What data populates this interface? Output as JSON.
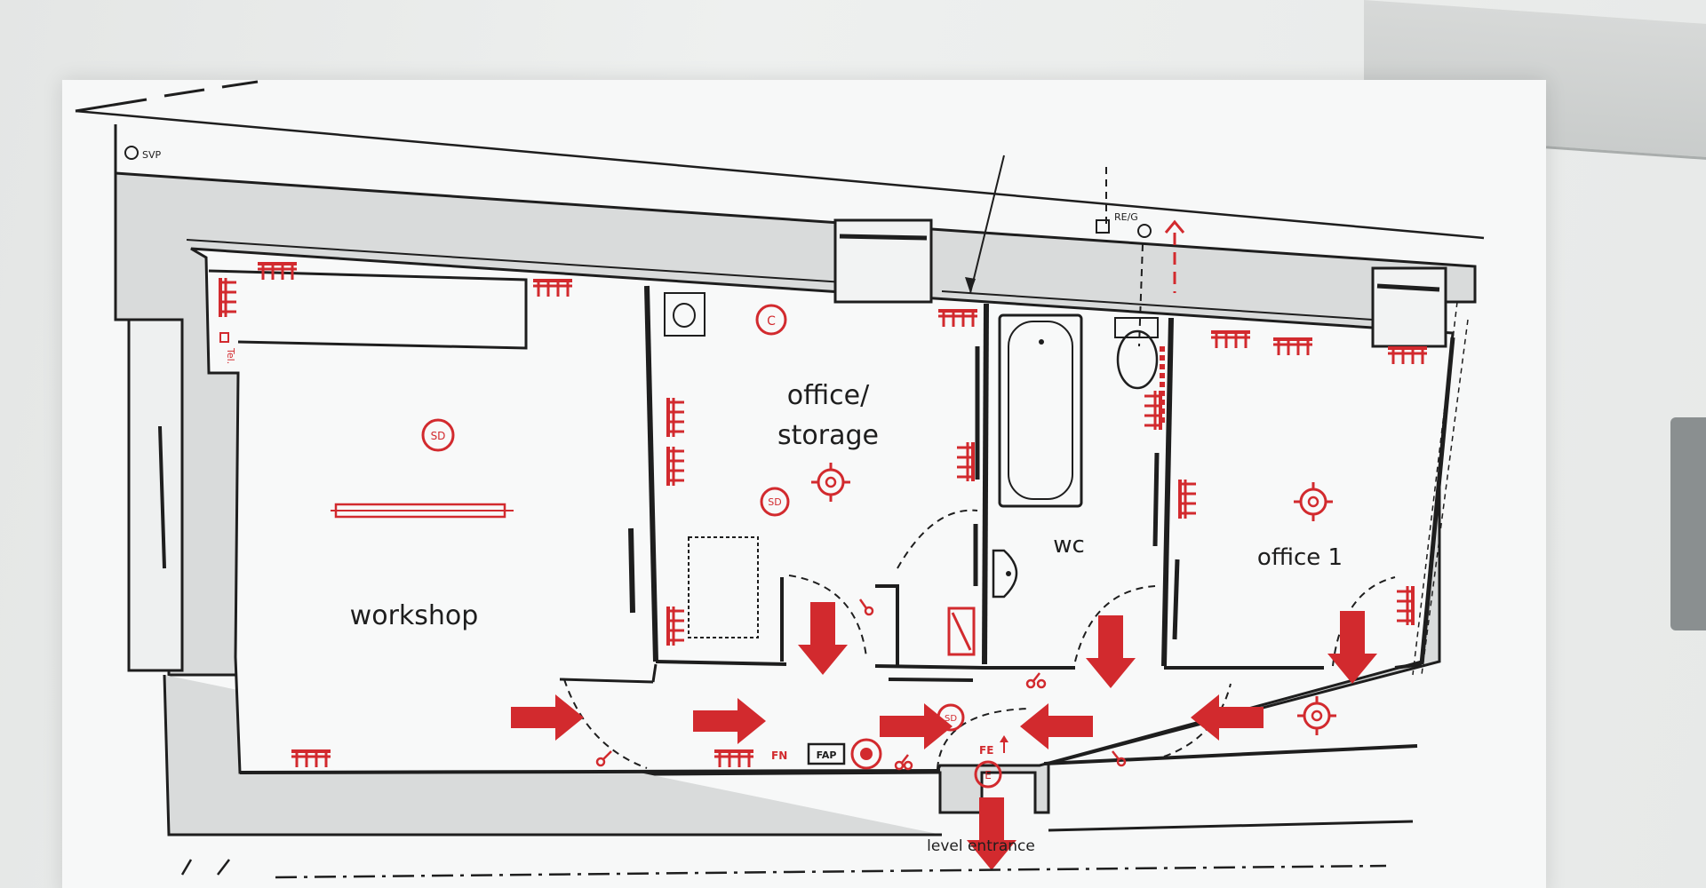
{
  "labels": {
    "svp": "SVP",
    "tel": "Tel.",
    "reg": "RE/G",
    "office_storage_line1": "office/",
    "office_storage_line2": "storage",
    "wc": "wc",
    "office1": "office 1",
    "workshop": "workshop",
    "fn": "FN",
    "fap": "FAP",
    "fe": "FE",
    "level_entrance": "level entrance",
    "sd": "SD",
    "c": "C",
    "e": "E"
  },
  "colors": {
    "line": "#1e1e1e",
    "red": "#d22a2e",
    "wall_fill": "#d9dbdb",
    "paper": "#f7f8f8"
  }
}
